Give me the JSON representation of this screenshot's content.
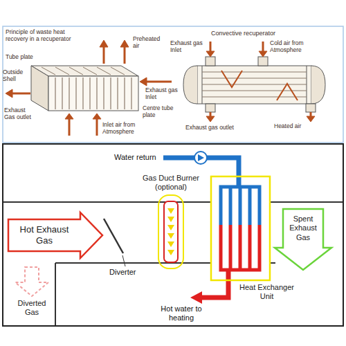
{
  "diagram": {
    "nodes": [
      {
        "text": [
          "Hot Exhaust Gas"
        ]
      },
      {
        "text": [
          "Gas Duct Burner (optional)"
        ]
      },
      {
        "text": [
          "Heat Exchanger Unit"
        ]
      },
      {
        "text": [
          "Spent Exhaust Gas"
        ]
      },
      {
        "text": [
          "Diverted Gas"
        ]
      }
    ],
    "labels": [
      "Principle of waste heat recovery in a recuperator",
      "Tube plate",
      "Outside Shell",
      "Preheated air",
      "Exhaust gas Inlet",
      "Centre tube plate",
      "Inlet air from Atmosphere",
      "Exhaust Gas outlet",
      "Convective recuperator",
      "Exhaust gas Inlet",
      "Cold air from Atmosphere",
      "Exhaust gas outlet",
      "Heated air",
      "Water return",
      "Diverter",
      "Hot water to heating"
    ]
  }
}
